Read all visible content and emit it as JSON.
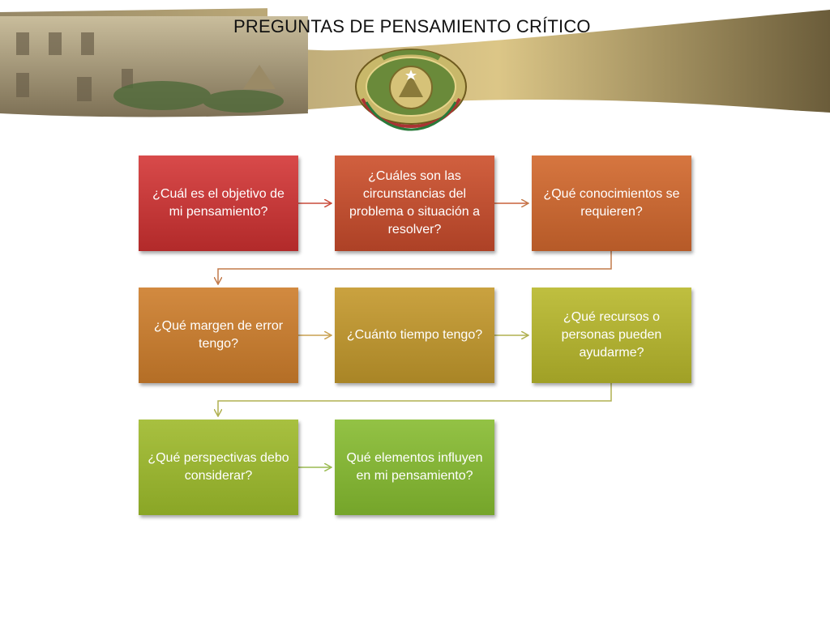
{
  "header": {
    "title": "PREGUNTAS DE PENSAMIENTO CRÍTICO"
  },
  "flow": {
    "steps": [
      {
        "label": "¿Cuál es el objetivo de mi pensamiento?",
        "color": "#c63a3a"
      },
      {
        "label": "¿Cuáles son las circunstancias del problema o situación a resolver?",
        "color": "#bf5030"
      },
      {
        "label": "¿Qué conocimientos se requieren?",
        "color": "#c76832"
      },
      {
        "label": "¿Qué margen de error tengo?",
        "color": "#c47c32"
      },
      {
        "label": "¿Cuánto tiempo tengo?",
        "color": "#b99632"
      },
      {
        "label": "¿Qué recursos o personas pueden ayudarme?",
        "color": "#afaf32"
      },
      {
        "label": "¿Qué perspectivas debo considerar?",
        "color": "#98b332"
      },
      {
        "label": "Qué elementos influyen en mi pensamiento?",
        "color": "#84b337"
      }
    ]
  }
}
